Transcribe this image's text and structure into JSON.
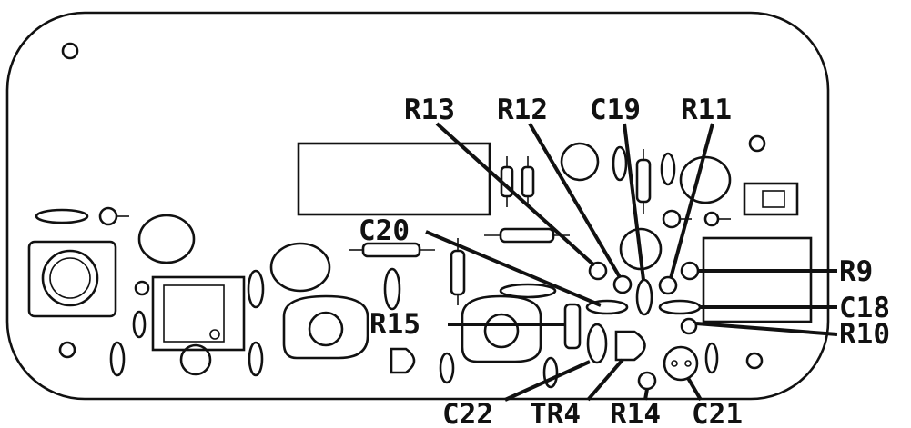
{
  "labels": {
    "r13": "R13",
    "r12": "R12",
    "c19": "C19",
    "r11": "R11",
    "c20": "C20",
    "r9": "R9",
    "c18": "C18",
    "r15": "R15",
    "r10": "R10",
    "c22": "C22",
    "tr4": "TR4",
    "r14": "R14",
    "c21": "C21"
  }
}
